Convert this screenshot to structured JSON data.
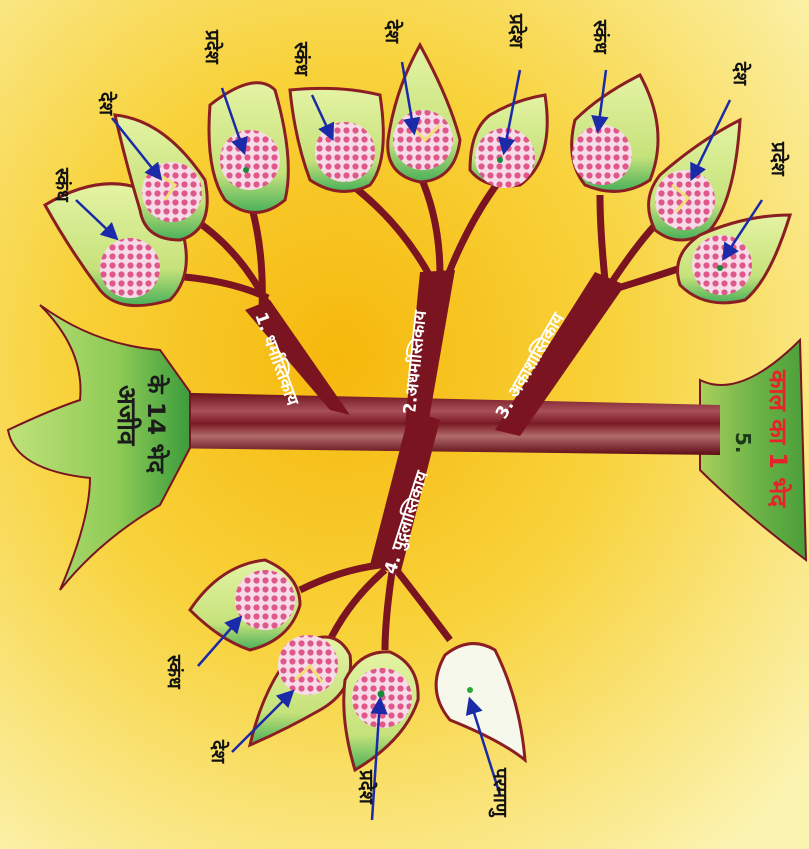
{
  "title_top": "अजीव",
  "title_bottom": "के 14 भेद",
  "branches": {
    "dharma": "1. धर्मास्तिकाय",
    "adharma": "2.अधर्मास्तिकाय",
    "akash": "3. अकाशास्तिकाय",
    "pudgal": "4. पुद्गलास्तिकाय",
    "kaal_num": "5.",
    "kaal": "काल का 1 भेद"
  },
  "parts": {
    "skandh": "स्कंध",
    "desh": "देश",
    "pradesh": "प्रदेश",
    "paramanu": "परमाणु"
  },
  "colors": {
    "background_center": "#f7c91c",
    "background_edge": "#fbf3a8",
    "trunk": "#7a1420",
    "leaf_fill": "#cfe882",
    "leaf_stroke": "#8a1e22",
    "dot_pattern": "#e05a8a",
    "arrow": "#1a2aa8",
    "kaal_text": "#e8222a"
  }
}
